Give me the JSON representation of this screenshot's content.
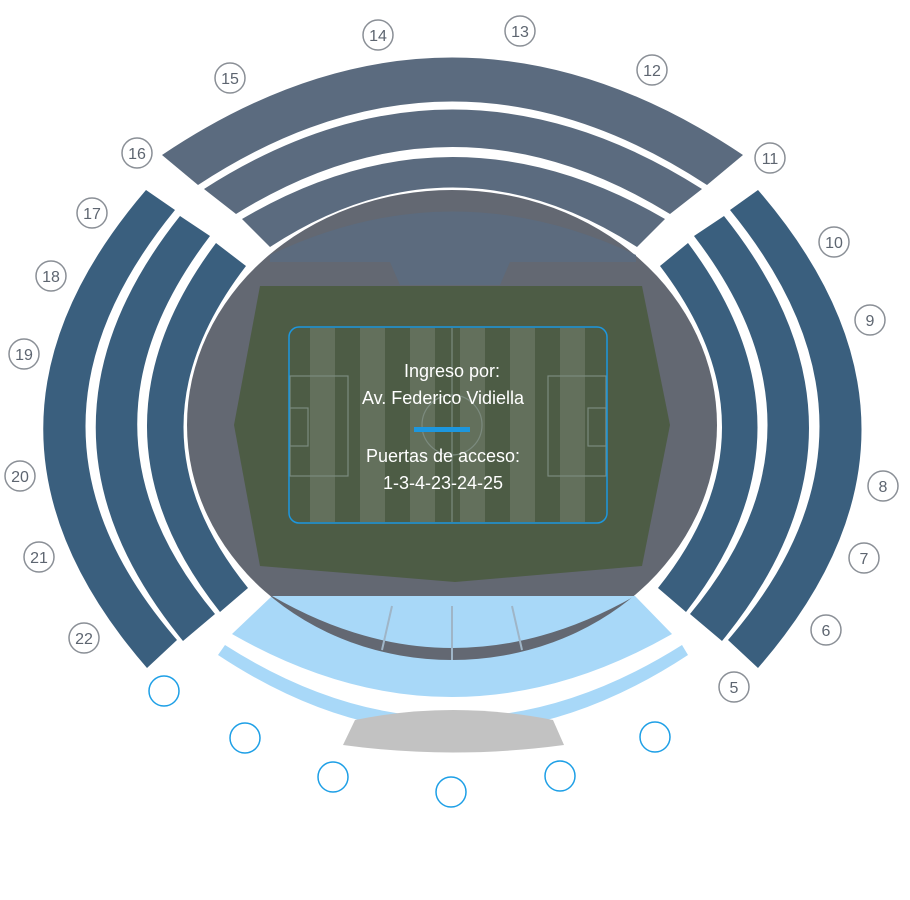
{
  "info": {
    "entry_title": "Ingreso por:",
    "entry_street": "Av. Federico Vidiella",
    "gates_title": "Puertas de acceso:",
    "gates_list": "1-3-4-23-24-25"
  },
  "gates": {
    "g5": "5",
    "g6": "6",
    "g7": "7",
    "g8": "8",
    "g9": "9",
    "g10": "10",
    "g11": "11",
    "g12": "12",
    "g13": "13",
    "g14": "14",
    "g15": "15",
    "g16": "16",
    "g17": "17",
    "g18": "18",
    "g19": "19",
    "g20": "20",
    "g21": "21",
    "g22": "22",
    "b1": "",
    "b2": "",
    "b3": "",
    "b4": "",
    "b5": "",
    "b6": "",
    "b7": ""
  },
  "colors": {
    "north_stand": "#5b6b7f",
    "side_stands": "#3a5f7e",
    "south_stand_highlight": "#a8d8f8",
    "south_annex": "#c2c2c2",
    "bowl": "#636872",
    "pitch": "#4d5c45",
    "accent": "#1d97de",
    "gate_circle_stroke": "#8a8f96",
    "gate_text": "#5d6570",
    "highlight_gate_stroke": "#1d9fe6"
  }
}
